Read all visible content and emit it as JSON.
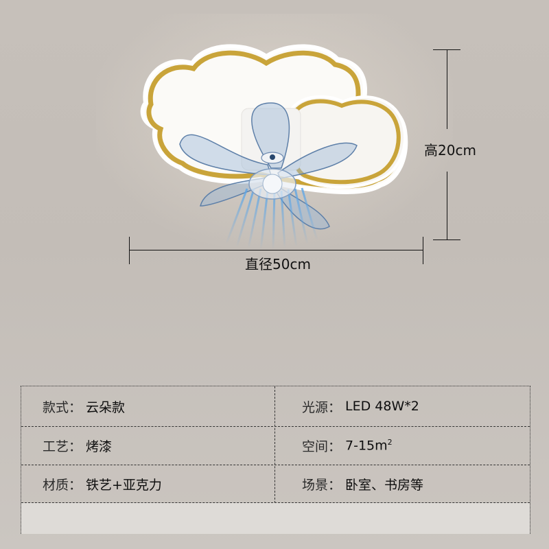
{
  "product_image": {
    "subject": "cloud-shaped ceiling fan light",
    "frame_color": "#c9a43a",
    "panel_color": "#f6f4f1",
    "blade_color": "#8fb0d4",
    "airflow_color": "#5ea6e6"
  },
  "dimensions": {
    "height_label": "高20cm",
    "diameter_label": "直径50cm"
  },
  "specs": {
    "rows": [
      {
        "left": {
          "key": "款式：",
          "value": "云朵款"
        },
        "right": {
          "key": "光源：",
          "value": "LED 48W*2"
        }
      },
      {
        "left": {
          "key": "工艺：",
          "value": "烤漆"
        },
        "right": {
          "key": "空间：",
          "value": "7-15m",
          "sup": "2"
        }
      },
      {
        "left": {
          "key": "材质：",
          "value": "铁艺+亚克力"
        },
        "right": {
          "key": "场景：",
          "value": "卧室、书房等"
        }
      }
    ]
  }
}
